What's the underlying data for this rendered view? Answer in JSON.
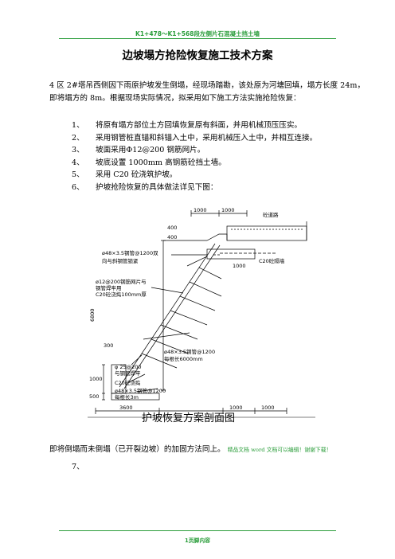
{
  "header": {
    "text": "K1+478～K1+568段左侧片石混凝土挡土墙"
  },
  "title": "边坡塌方抢险恢复施工技术方案",
  "intro": "4 区 2#塔吊西侧因下雨原护坡发生倒塌，经现场踏勘，该处原为河塘回填，塌方长度 24m，即将塌方的 8m。根据现场实际情况，拟采用如下施工方法实施抢险恢复：",
  "steps": [
    {
      "num": "1、",
      "text": "将原有塌方部位土方回填恢复原有斜面，并用机械顶压压实。"
    },
    {
      "num": "2、",
      "text": "采用钢管桩直锚和斜锚入土中，采用机械压入土中，并相互连接。"
    },
    {
      "num": "3、",
      "text": "坡面采用Φ12@200 钢筋网片。"
    },
    {
      "num": "4、",
      "text": "坡底设置 1000mm 高钢筋砼挡土墙。"
    },
    {
      "num": "5、",
      "text": "采用 C20 砼浇筑护坡。"
    },
    {
      "num": "6、",
      "text": "护坡抢险恢复的具体做法详见下图："
    }
  ],
  "diagram": {
    "title": "护坡恢复方案剖面图",
    "labels": {
      "dim_top_a": "1000",
      "dim_top_b": "1000",
      "road": "砼道路",
      "h_400a": "400",
      "h_400b": "400",
      "pipe_top": "ø48×3.5钢管@1200双",
      "pipe_top2": "向与斜钢管锁紧",
      "c20_wall": "C20砼隔墙",
      "dim_1000_mid": "1000",
      "mesh1": "ø12@200钢筋网片与",
      "mesh2": "钢管焊牢用",
      "mesh3": "C20砼浇捣100mm厚",
      "height": "6800",
      "pipe_mid1": "ø48×3.5钢管@1200",
      "pipe_mid2": "每根长6000mm",
      "dim_300": "300",
      "rebar1": "φ 25@200",
      "rebar2": "与钢管焊牢",
      "c20_pour": "C20砼浇捣",
      "pipe_bot1": "ø48×3.5钢管@1200",
      "pipe_bot2": "每根长3m",
      "h_1000": "1000",
      "h_500": "500",
      "dim_3600": "3600",
      "dim_bot_a": "1000",
      "dim_bot_b": "1000"
    }
  },
  "tail": {
    "text": "即将倒塌而未倒塌（已开裂边坡）的加固方法同上。",
    "note": "精品文档 word 文档可以编辑！谢谢下载！"
  },
  "step7": "7、",
  "footer": {
    "text": "1页脚内容"
  }
}
